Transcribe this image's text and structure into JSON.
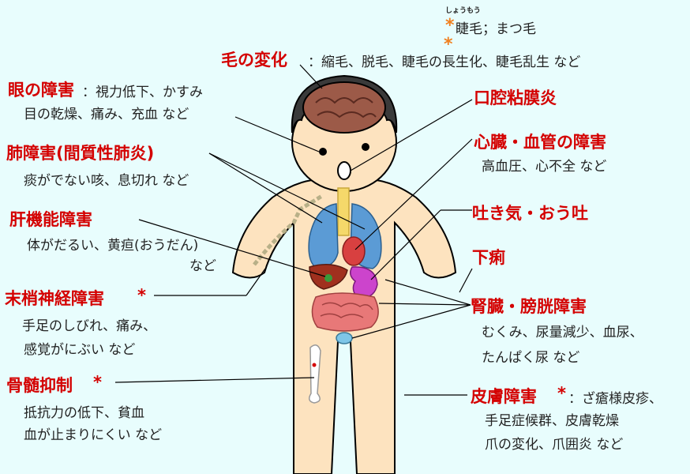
{
  "colors": {
    "background": "#e8fdfd",
    "heading": "#d40000",
    "asterisk": "#f08020",
    "skin": "#fde3bf",
    "hair": "#3a3a3a",
    "brain": "#9c5a48",
    "lung": "#5b9bd5",
    "liver": "#a0301e",
    "stomach": "#cc44cc",
    "intestine": "#e87878",
    "bladder": "#7ec6e8",
    "nerve": "#b8b088"
  },
  "note": {
    "ruby": "しょうもう",
    "asterisk1": "*",
    "text": "睫毛；まつ毛",
    "asterisk2": "*"
  },
  "hair": {
    "title": "毛の変化",
    "desc": "：縮毛、脱毛、睫毛の長生化、睫毛乱生  など"
  },
  "eye": {
    "title": "眼の障害",
    "desc1": "：視力低下、かすみ",
    "desc2": "目の乾燥、痛み、充血  など"
  },
  "lung": {
    "title": "肺障害(間質性肺炎)",
    "desc": "痰がでない咳、息切れ  など"
  },
  "liver": {
    "title": "肝機能障害",
    "desc1": "体がだるい、黄疸(おうだん)",
    "desc2": "など"
  },
  "nerve": {
    "title": "末梢神経障害",
    "asterisk": "*",
    "desc1": "手足のしびれ、痛み、",
    "desc2": "感覚がにぶい  など"
  },
  "marrow": {
    "title": "骨髄抑制",
    "asterisk": "*",
    "desc1": "抵抗力の低下、貧血",
    "desc2": "血が止まりにくい  など"
  },
  "mouth": {
    "title": "口腔粘膜炎"
  },
  "heart": {
    "title": "心臓・血管の障害",
    "desc": "高血圧、心不全  など"
  },
  "nausea": {
    "title": "吐き気・おう吐"
  },
  "diarrhea": {
    "title": "下痢"
  },
  "kidney": {
    "title": "腎臓・膀胱障害",
    "desc1": "むくみ、尿量減少、血尿、",
    "desc2": "たんぱく尿  など"
  },
  "skin": {
    "title": "皮膚障害",
    "asterisk": "*",
    "desc1": "：ざ瘡様皮疹、",
    "desc2": "手足症候群、皮膚乾燥",
    "desc3": "爪の変化、爪囲炎  など"
  }
}
